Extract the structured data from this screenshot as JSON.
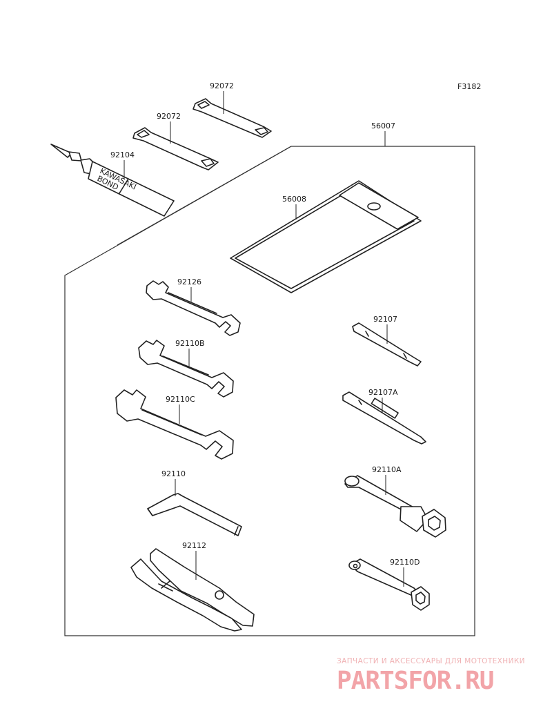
{
  "figure_code": "F3182",
  "parts": {
    "strap_top": "92072",
    "strap_bottom": "92072",
    "bond": "92104",
    "tool_kit": "56007",
    "tool_bag": "56008",
    "wrench_a": "92126",
    "wrench_b": "92110B",
    "wrench_c": "92110C",
    "hex_wrench": "92110",
    "pliers": "92112",
    "driver": "92107",
    "driver_a": "92107A",
    "box_wrench_a": "92110A",
    "box_wrench_d": "92110D"
  },
  "bond_print": {
    "line1": "KAWASAKI",
    "line2": "BOND"
  },
  "watermark": {
    "tagline": "ЗАПЧАСТИ И АКСЕССУАРЫ ДЛЯ МОТОТЕХНИКИ",
    "logo": "PARTSFOR.RU"
  }
}
